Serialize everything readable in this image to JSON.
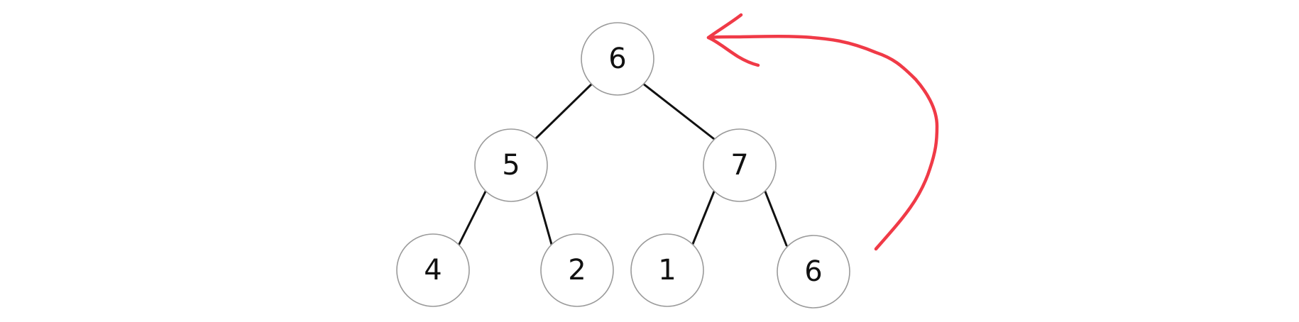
{
  "tree": {
    "nodes": [
      {
        "id": "root",
        "label": "6"
      },
      {
        "id": "left",
        "label": "5"
      },
      {
        "id": "right",
        "label": "7"
      },
      {
        "id": "left-left",
        "label": "4"
      },
      {
        "id": "left-right",
        "label": "2"
      },
      {
        "id": "right-left",
        "label": "1"
      },
      {
        "id": "right-right",
        "label": "6"
      }
    ],
    "edges": [
      {
        "from": "root",
        "to": "left"
      },
      {
        "from": "root",
        "to": "right"
      },
      {
        "from": "left",
        "to": "left-left"
      },
      {
        "from": "left",
        "to": "left-right"
      },
      {
        "from": "right",
        "to": "right-left"
      },
      {
        "from": "right",
        "to": "right-right"
      }
    ]
  },
  "annotation": {
    "from": "right-right",
    "to": "root",
    "color": "#f03a47"
  }
}
